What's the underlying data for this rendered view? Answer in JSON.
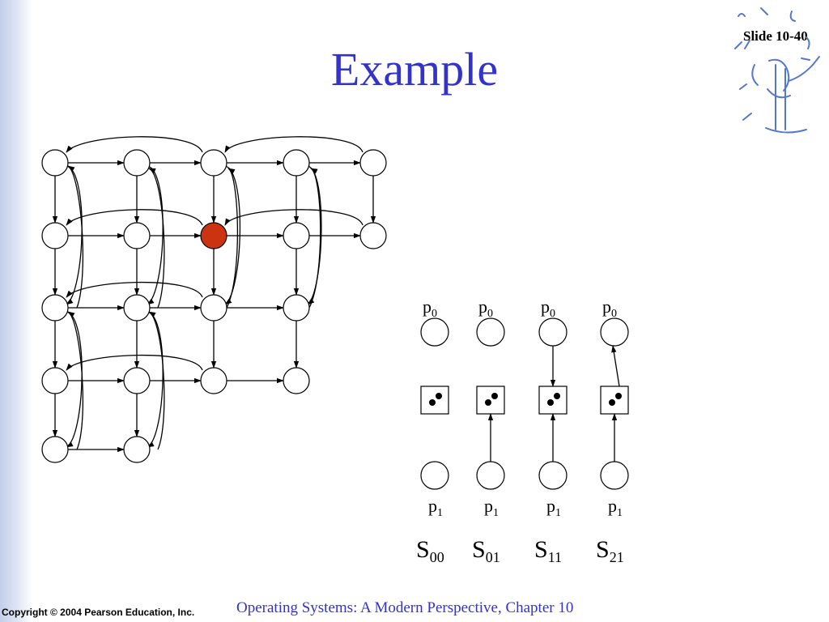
{
  "slide": {
    "title": "Example",
    "number": "Slide 10-40",
    "copyright": "Copyright © 2004 Pearson Education, Inc.",
    "footer": "Operating Systems: A Modern Perspective, Chapter 10"
  },
  "colors": {
    "title": "#3333cc",
    "highlight_node": "#cc3311",
    "node_fill": "#ffffff",
    "stroke": "#000000"
  },
  "grid": {
    "highlight": "r1c2"
  },
  "states": [
    {
      "top_label": "p",
      "top_sub": "0",
      "bottom_label": "p",
      "bottom_sub": "1",
      "name": "S",
      "name_sub": "00",
      "top_arrow": "none",
      "bottom_arrow": "none"
    },
    {
      "top_label": "p",
      "top_sub": "0",
      "bottom_label": "p",
      "bottom_sub": "1",
      "name": "S",
      "name_sub": "01",
      "top_arrow": "none",
      "bottom_arrow": "to_resource"
    },
    {
      "top_label": "p",
      "top_sub": "0",
      "bottom_label": "p",
      "bottom_sub": "1",
      "name": "S",
      "name_sub": "11",
      "top_arrow": "to_resource",
      "bottom_arrow": "to_resource"
    },
    {
      "top_label": "p",
      "top_sub": "0",
      "bottom_label": "p",
      "bottom_sub": "1",
      "name": "S",
      "name_sub": "21",
      "top_arrow": "to_process",
      "bottom_arrow": "to_resource"
    }
  ]
}
